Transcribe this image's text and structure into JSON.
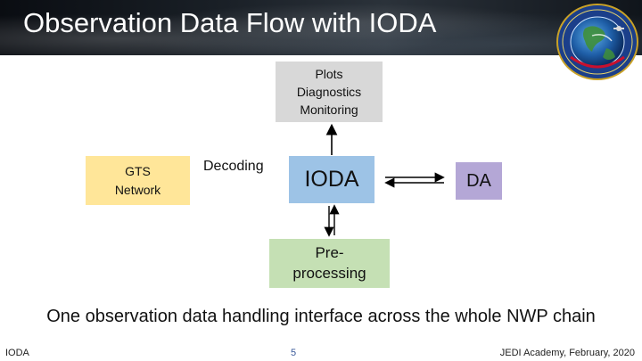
{
  "slide": {
    "title": "Observation Data Flow with IODA",
    "subtitle": "One observation data handling interface across the whole NWP chain"
  },
  "diagram": {
    "plots_box": "Plots\nDiagnostics\nMonitoring",
    "gts_box": "GTS\nNetwork",
    "decoding_label": "Decoding",
    "ioda_box": "IODA",
    "da_box": "DA",
    "preprocessing_box": "Pre-\nprocessing"
  },
  "footer": {
    "left": "IODA",
    "page_number": "5",
    "right": "JEDI Academy, February, 2020"
  },
  "colors": {
    "plots": "#d8d8d8",
    "gts": "#ffe699",
    "ioda": "#9dc3e6",
    "da": "#b4a7d6",
    "preprocessing": "#c5e0b4"
  },
  "icons": {
    "logo": "jcsda-logo-icon"
  }
}
